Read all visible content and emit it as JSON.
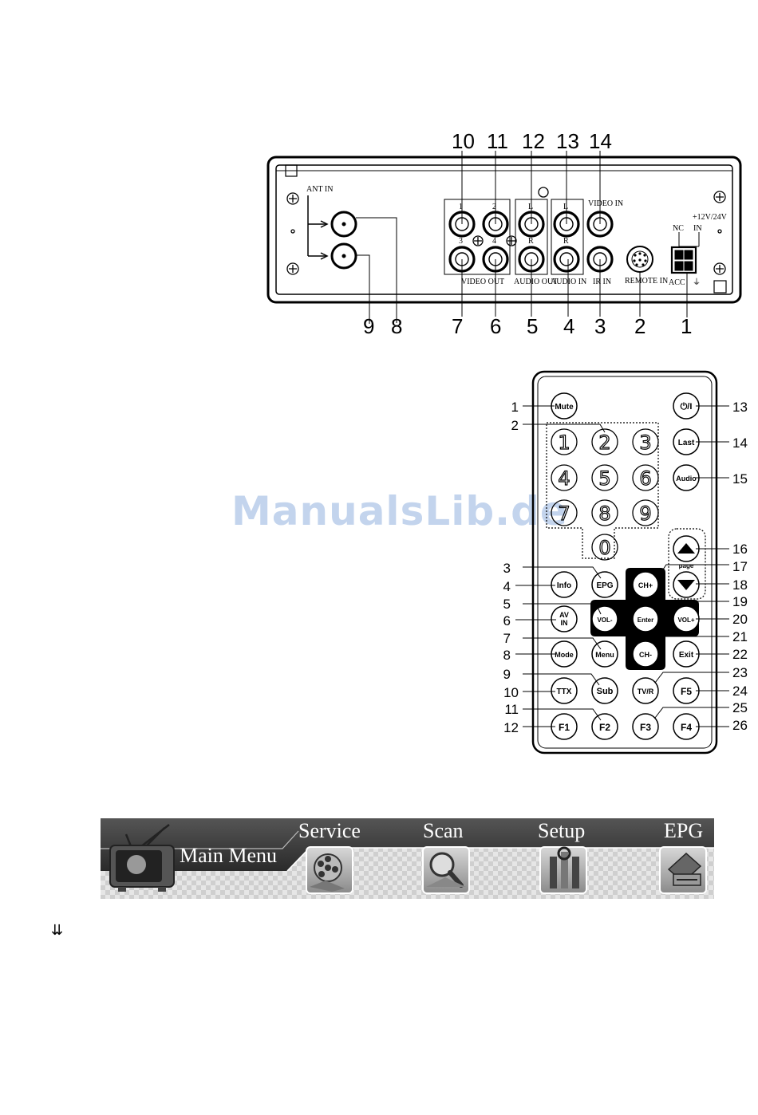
{
  "rear_panel": {
    "top_numbers": [
      "10",
      "11",
      "12",
      "13",
      "14"
    ],
    "bottom_numbers": [
      "9",
      "8",
      "7",
      "6",
      "5",
      "4",
      "3",
      "2",
      "1"
    ],
    "labels": {
      "ant_in": "ANT IN",
      "video_in": "VIDEO IN",
      "power": "+12V/24V",
      "nc": "NC",
      "in": "IN",
      "acc": "ACC",
      "ground": "⏚",
      "video_out": "VIDEO OUT",
      "audio_out": "AUDIO OUT",
      "audio_in": "AUDIO IN",
      "ir_in": "IR IN",
      "remote_in": "REMOTE IN",
      "ch1": "1",
      "ch2": "2",
      "ch3": "3",
      "ch4": "4",
      "aout_l": "L",
      "aout_r": "R",
      "ain_l": "L",
      "ain_r": "R"
    }
  },
  "watermark": "ManualsLib.de",
  "remote": {
    "buttons": {
      "mute": "Mute",
      "power": "⏻/I",
      "last": "Last",
      "audio": "Audio",
      "page": "page",
      "info": "Info",
      "epg": "EPG",
      "ch_plus": "CH+",
      "vol_minus": "VOL-",
      "enter": "Enter",
      "vol_plus": "VOL+",
      "ch_minus": "CH-",
      "av_in_1": "AV",
      "av_in_2": "IN",
      "menu": "Menu",
      "mode": "Mode",
      "exit": "Exit",
      "ttx": "TTX",
      "sub": "Sub",
      "tvr": "TV/R",
      "f5": "F5",
      "f1": "F1",
      "f2": "F2",
      "f3": "F3",
      "f4": "F4"
    },
    "digits": [
      "1",
      "2",
      "3",
      "4",
      "5",
      "6",
      "7",
      "8",
      "9",
      "0"
    ],
    "left_numbers": [
      "1",
      "2",
      "3",
      "4",
      "5",
      "6",
      "7",
      "8",
      "9",
      "10",
      "11",
      "12"
    ],
    "right_numbers": [
      "13",
      "14",
      "15",
      "16",
      "17",
      "18",
      "19",
      "20",
      "21",
      "22",
      "23",
      "24",
      "25",
      "26"
    ]
  },
  "main_menu": {
    "title": "Main Menu",
    "items": [
      {
        "label": "Service",
        "icon": "film-reel-icon"
      },
      {
        "label": "Scan",
        "icon": "magnifier-icon"
      },
      {
        "label": "Setup",
        "icon": "tools-icon"
      },
      {
        "label": "EPG",
        "icon": "guide-icon"
      }
    ]
  },
  "bottom_mark": "⇊"
}
